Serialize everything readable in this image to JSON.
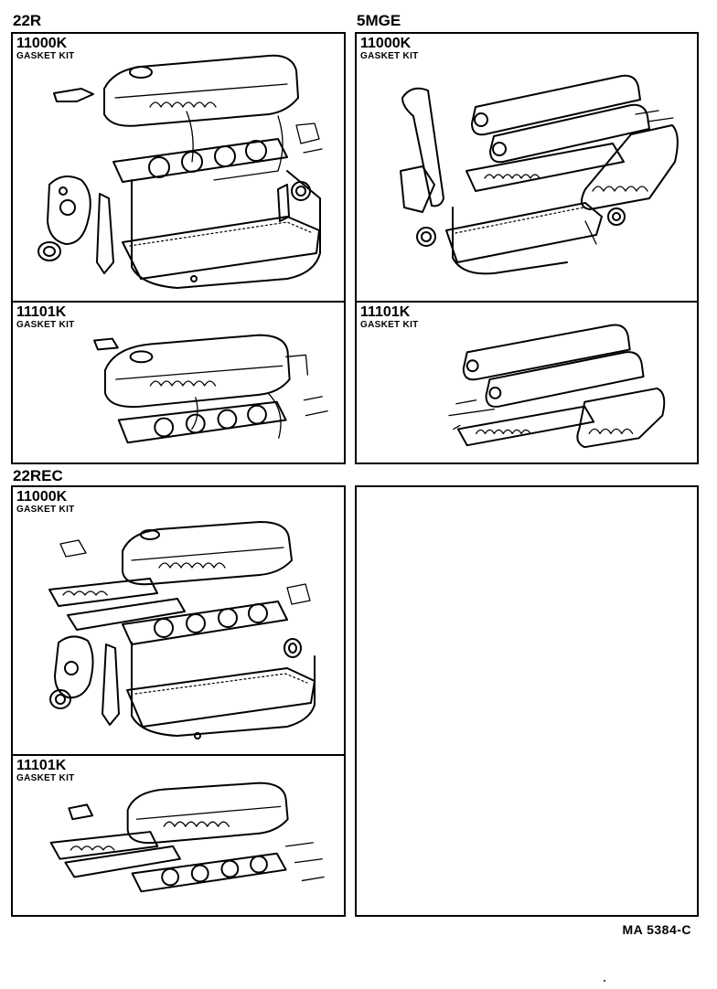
{
  "sections": {
    "s22r": {
      "label": "22R"
    },
    "s5mge": {
      "label": "5MGE"
    },
    "s22rec": {
      "label": "22REC"
    }
  },
  "kits": {
    "r_full": {
      "part": "11000K",
      "desc": "GASKET KIT"
    },
    "r_head": {
      "part": "11101K",
      "desc": "GASKET KIT"
    },
    "m_full": {
      "part": "11000K",
      "desc": "GASKET KIT"
    },
    "m_head": {
      "part": "11101K",
      "desc": "GASKET KIT"
    },
    "rec_full": {
      "part": "11000K",
      "desc": "GASKET KIT"
    },
    "rec_head": {
      "part": "11101K",
      "desc": "GASKET KIT"
    }
  },
  "footer": {
    "code": "MA  5384-C"
  }
}
